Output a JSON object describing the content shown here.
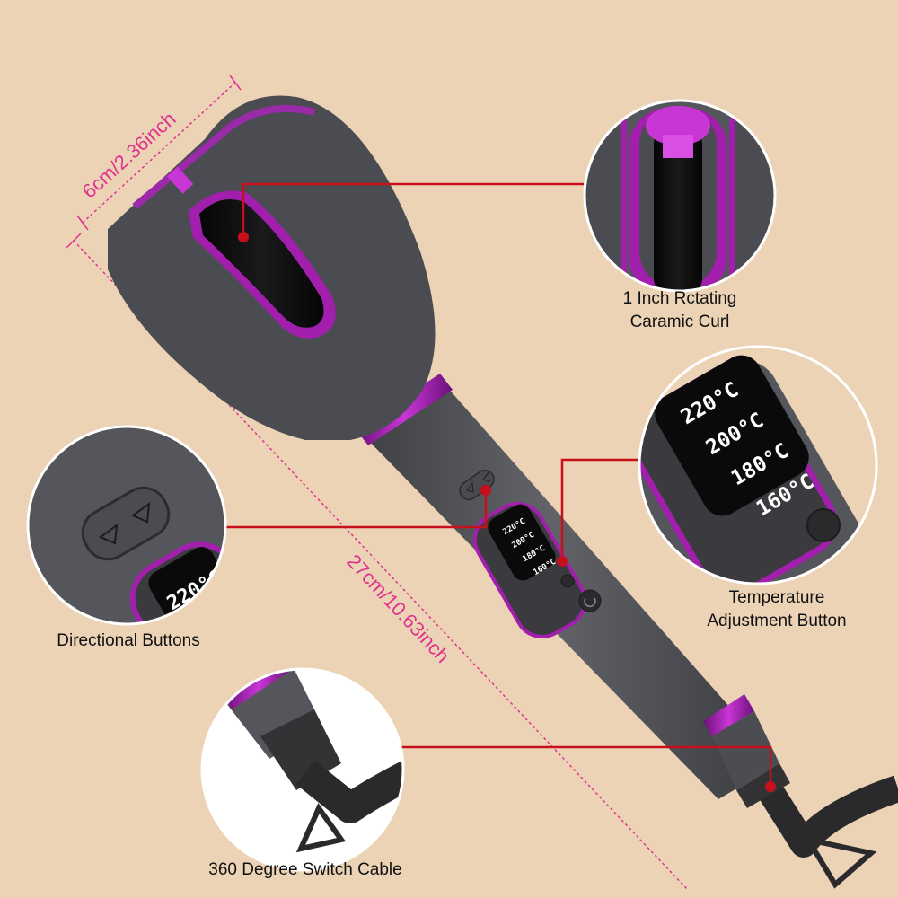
{
  "dimensions": {
    "width_label": "6cm/2.36inch",
    "length_label": "27cm/10.63inch"
  },
  "device": {
    "display_temps": [
      "220°C",
      "200°C",
      "180°C",
      "160°C"
    ]
  },
  "callouts": {
    "curl": {
      "line1": "1 Inch Rctating",
      "line2": "Caramic Curl"
    },
    "temperature": {
      "line1": "Temperature",
      "line2": "Adjustment Button"
    },
    "directional": {
      "label": "Directional Buttons"
    },
    "cable": {
      "label": "360 Degree Switch Cable"
    }
  },
  "colors": {
    "background": "#ecd3b6",
    "body": "#55565b",
    "accent": "#a21fae",
    "callout_line": "#c8101d",
    "dimension": "#e0338f"
  }
}
